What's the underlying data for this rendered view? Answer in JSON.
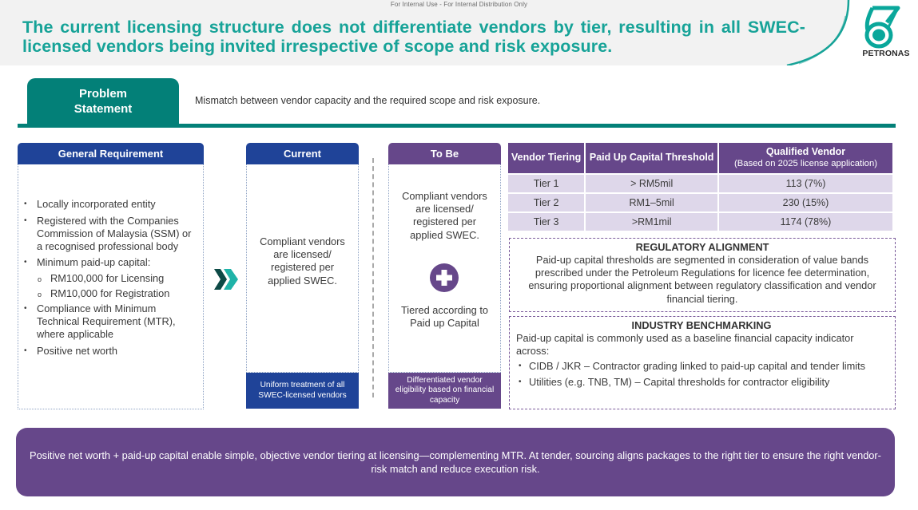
{
  "header": {
    "classification": "For Internal Use - For Internal Distribution Only",
    "title": "The current licensing structure does not differentiate vendors by tier, resulting in all SWEC-licensed vendors being invited irrespective of scope and risk exposure.",
    "logo": {
      "icon": "petronas-logo-icon",
      "wordmark": "PETRONAS"
    }
  },
  "problem_statement": {
    "label_line1": "Problem",
    "label_line2": "Statement",
    "text": "Mismatch between vendor capacity and the required scope and risk exposure."
  },
  "general_requirement": {
    "heading": "General Requirement",
    "items": [
      {
        "text": "Locally incorporated entity",
        "level": 1
      },
      {
        "text": "Registered with the Companies Commission of Malaysia (SSM) or a recognised professional body",
        "level": 1
      },
      {
        "text": "Minimum paid-up capital:",
        "level": 1
      },
      {
        "text": "RM100,000 for Licensing",
        "level": 2
      },
      {
        "text": "RM10,000 for Registration",
        "level": 2
      },
      {
        "text": "Compliance with Minimum Technical Requirement (MTR), where applicable",
        "level": 1
      },
      {
        "text": "Positive net worth",
        "level": 1
      }
    ]
  },
  "arrow_icon": "double-chevron-right-icon",
  "current": {
    "heading": "Current",
    "body": "Compliant vendors are licensed/ registered per applied SWEC.",
    "footer": "Uniform treatment of all SWEC-licensed vendors"
  },
  "to_be": {
    "heading": "To Be",
    "body_top": "Compliant vendors are licensed/ registered per applied SWEC.",
    "plus_icon": "plus-circle-icon",
    "body_bottom": "Tiered according to Paid up Capital",
    "footer": "Differentiated vendor eligibility based on financial capacity"
  },
  "tier_table": {
    "headers": [
      {
        "title": "Vendor Tiering",
        "sub": ""
      },
      {
        "title": "Paid Up Capital Threshold",
        "sub": ""
      },
      {
        "title": "Qualified Vendor",
        "sub": "(Based on 2025 license application)"
      }
    ],
    "rows": [
      {
        "tier": "Tier 1",
        "threshold": "> RM5mil",
        "qualified": "113 (7%)"
      },
      {
        "tier": "Tier 2",
        "threshold": "RM1–5mil",
        "qualified": "230 (15%)"
      },
      {
        "tier": "Tier 3",
        "threshold": ">RM1mil",
        "qualified": "1174 (78%)"
      }
    ]
  },
  "regulatory_alignment": {
    "title": "REGULATORY ALIGNMENT",
    "body": "Paid-up capital thresholds are segmented in consideration of value bands prescribed under the Petroleum Regulations for licence fee determination, ensuring proportional alignment between regulatory classification and vendor financial tiering."
  },
  "industry_benchmarking": {
    "title": "INDUSTRY BENCHMARKING",
    "intro": "Paid-up capital is commonly used as a baseline financial capacity indicator across:",
    "items": [
      "CIDB / JKR – Contractor grading linked to paid-up capital and tender limits",
      "Utilities (e.g. TNB, TM) – Capital thresholds for contractor eligibility"
    ]
  },
  "banner": {
    "text": "Positive net worth + paid-up capital enable simple, objective vendor tiering at licensing—complementing MTR. At tender, sourcing aligns packages to the right tier to ensure the right vendor-risk match and reduce execution risk."
  },
  "colors": {
    "teal_title": "#17a398",
    "teal_dark": "#038078",
    "blue": "#1f4398",
    "purple": "#66478a",
    "table_row": "#ded7ea",
    "header_bg": "#f2f2f2"
  }
}
